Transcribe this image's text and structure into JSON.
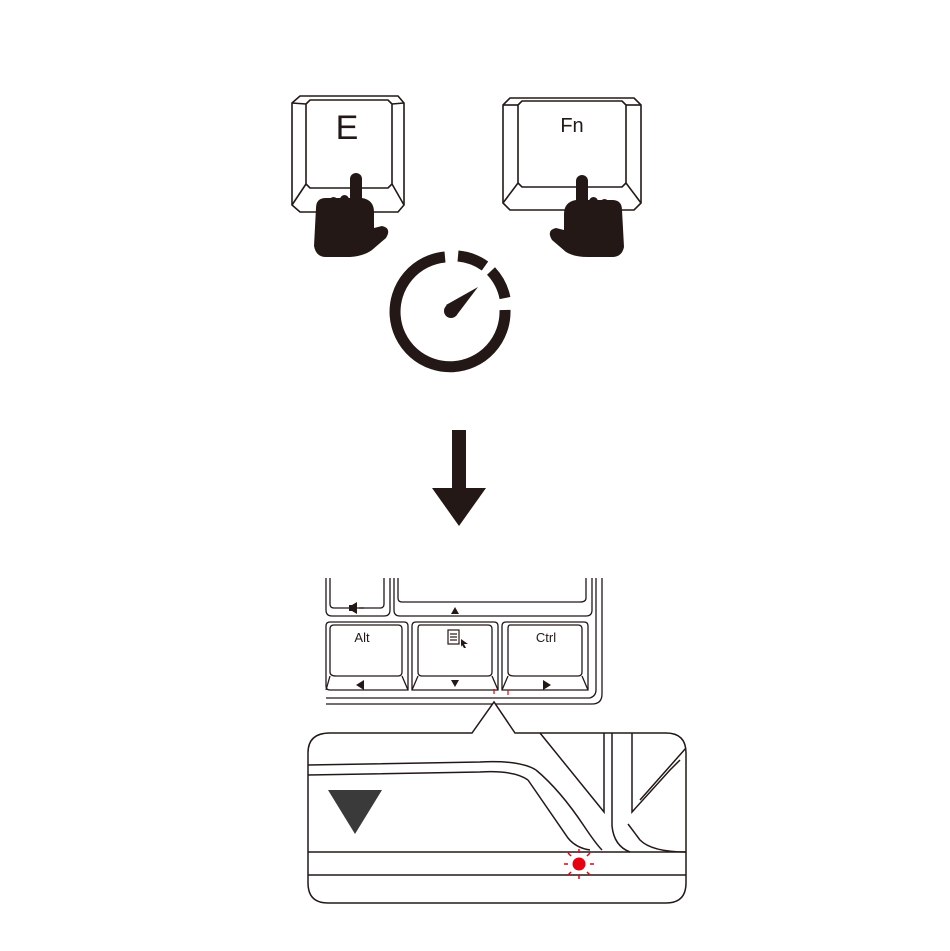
{
  "keys": {
    "e": "E",
    "fn": "Fn",
    "alt": "Alt",
    "ctrl": "Ctrl"
  },
  "colors": {
    "ink": "#231815",
    "indicator": "#e60012"
  },
  "icons": [
    "pointing-hand-icon",
    "speed-gauge-icon",
    "down-arrow-icon",
    "menu-key-icon",
    "arrow-up-icon",
    "arrow-left-icon",
    "arrow-down-icon",
    "arrow-right-icon",
    "led-indicator-icon"
  ]
}
